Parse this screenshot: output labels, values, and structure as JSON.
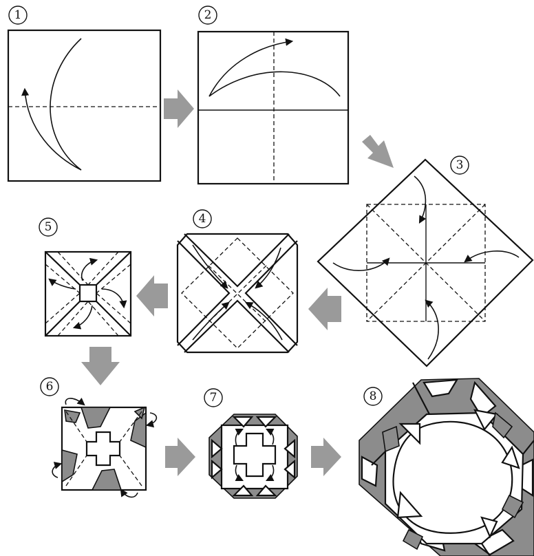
{
  "steps": [
    {
      "number": "1"
    },
    {
      "number": "2"
    },
    {
      "number": "3"
    },
    {
      "number": "4"
    },
    {
      "number": "5"
    },
    {
      "number": "6"
    },
    {
      "number": "7"
    },
    {
      "number": "8"
    }
  ],
  "colors": {
    "paper": "#ffffff",
    "line": "#111111",
    "colored_side": "#8c8c8c",
    "flow_arrow": "#9a9a9a"
  }
}
